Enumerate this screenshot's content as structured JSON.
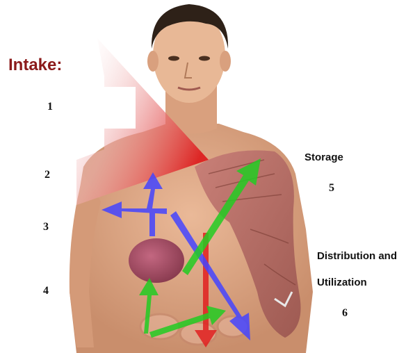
{
  "labels": {
    "intake": "Intake:",
    "n1": "1",
    "n2": "2",
    "n3": "3",
    "n4": "4",
    "storage": "Storage",
    "n5": "5",
    "distribution": "Distribution and",
    "utilization": "Utilization",
    "n6": "6"
  },
  "colors": {
    "intake_title": "#8b1a1a",
    "intake_arrow": "#e02020",
    "distribution_arrows": "#4444ff",
    "storage_arrows": "#22cc22",
    "skin": "#e2b08f",
    "muscle": "#b86a60"
  }
}
